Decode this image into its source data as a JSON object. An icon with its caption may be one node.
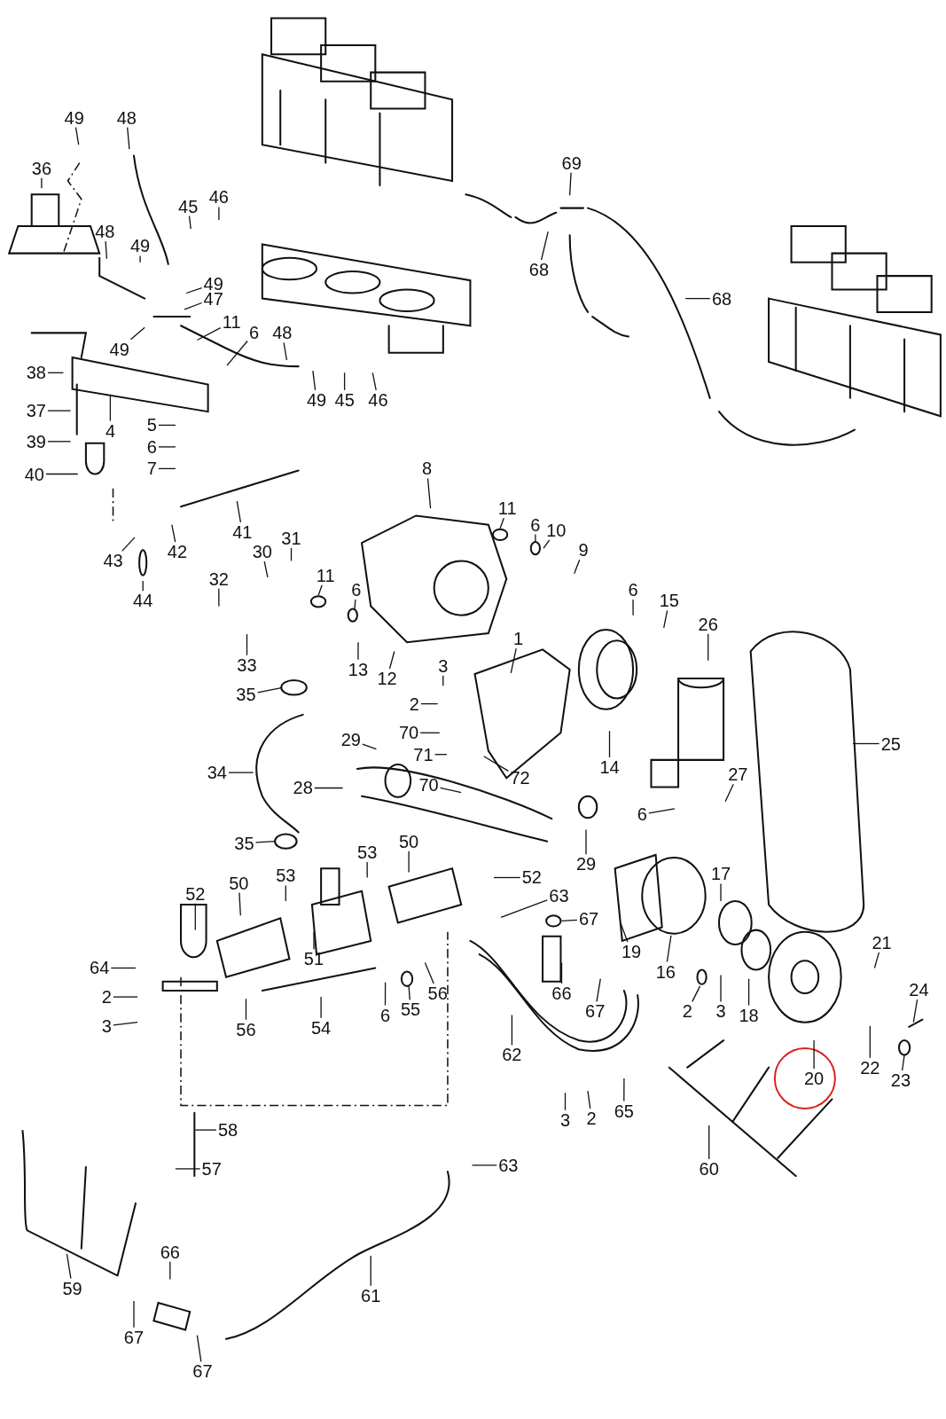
{
  "diagram": {
    "nodes": [
      {
        "text": [
          "49"
        ]
      },
      {
        "text": [
          "48"
        ]
      },
      {
        "text": [
          "36"
        ]
      },
      {
        "text": [
          "45"
        ]
      },
      {
        "text": [
          "46"
        ]
      },
      {
        "text": [
          "48"
        ]
      },
      {
        "text": [
          "49"
        ]
      },
      {
        "text": [
          "49"
        ]
      },
      {
        "text": [
          "47"
        ]
      },
      {
        "text": [
          "49"
        ]
      },
      {
        "text": [
          "11"
        ]
      },
      {
        "text": [
          "6"
        ]
      },
      {
        "text": [
          "48"
        ]
      },
      {
        "text": [
          "38"
        ]
      },
      {
        "text": [
          "4"
        ]
      },
      {
        "text": [
          "37"
        ]
      },
      {
        "text": [
          "39"
        ]
      },
      {
        "text": [
          "5"
        ]
      },
      {
        "text": [
          "6"
        ]
      },
      {
        "text": [
          "7"
        ]
      },
      {
        "text": [
          "40"
        ]
      },
      {
        "text": [
          "49"
        ]
      },
      {
        "text": [
          "45"
        ]
      },
      {
        "text": [
          "46"
        ]
      },
      {
        "text": [
          "69"
        ]
      },
      {
        "text": [
          "68"
        ]
      },
      {
        "text": [
          "68"
        ]
      },
      {
        "text": [
          "8"
        ]
      },
      {
        "text": [
          "41"
        ]
      },
      {
        "text": [
          "43"
        ]
      },
      {
        "text": [
          "42"
        ]
      },
      {
        "text": [
          "44"
        ]
      },
      {
        "text": [
          "11"
        ]
      },
      {
        "text": [
          "6"
        ]
      },
      {
        "text": [
          "10"
        ]
      },
      {
        "text": [
          "9"
        ]
      },
      {
        "text": [
          "30"
        ]
      },
      {
        "text": [
          "31"
        ]
      },
      {
        "text": [
          "32"
        ]
      },
      {
        "text": [
          "33"
        ]
      },
      {
        "text": [
          "11"
        ]
      },
      {
        "text": [
          "6"
        ]
      },
      {
        "text": [
          "13"
        ]
      },
      {
        "text": [
          "12"
        ]
      },
      {
        "text": [
          "35"
        ]
      },
      {
        "text": [
          "3"
        ]
      },
      {
        "text": [
          "2"
        ]
      },
      {
        "text": [
          "70"
        ]
      },
      {
        "text": [
          "29"
        ]
      },
      {
        "text": [
          "71"
        ]
      },
      {
        "text": [
          "72"
        ]
      },
      {
        "text": [
          "70"
        ]
      },
      {
        "text": [
          "6"
        ]
      },
      {
        "text": [
          "15"
        ]
      },
      {
        "text": [
          "1"
        ]
      },
      {
        "text": [
          "26"
        ]
      },
      {
        "text": [
          "14"
        ]
      },
      {
        "text": [
          "25"
        ]
      },
      {
        "text": [
          "27"
        ]
      },
      {
        "text": [
          "6"
        ]
      },
      {
        "text": [
          "34"
        ]
      },
      {
        "text": [
          "28"
        ]
      },
      {
        "text": [
          "29"
        ]
      },
      {
        "text": [
          "35"
        ]
      },
      {
        "text": [
          "50"
        ]
      },
      {
        "text": [
          "53"
        ]
      },
      {
        "text": [
          "53"
        ]
      },
      {
        "text": [
          "52"
        ]
      },
      {
        "text": [
          "63"
        ]
      },
      {
        "text": [
          "67"
        ]
      },
      {
        "text": [
          "52"
        ]
      },
      {
        "text": [
          "50"
        ]
      },
      {
        "text": [
          "51"
        ]
      },
      {
        "text": [
          "64"
        ]
      },
      {
        "text": [
          "2"
        ]
      },
      {
        "text": [
          "3"
        ]
      },
      {
        "text": [
          "56"
        ]
      },
      {
        "text": [
          "54"
        ]
      },
      {
        "text": [
          "6"
        ]
      },
      {
        "text": [
          "55"
        ]
      },
      {
        "text": [
          "56"
        ]
      },
      {
        "text": [
          "66"
        ]
      },
      {
        "text": [
          "67"
        ]
      },
      {
        "text": [
          "62"
        ]
      },
      {
        "text": [
          "19"
        ]
      },
      {
        "text": [
          "16"
        ]
      },
      {
        "text": [
          "17"
        ]
      },
      {
        "text": [
          "2"
        ]
      },
      {
        "text": [
          "3"
        ]
      },
      {
        "text": [
          "18"
        ]
      },
      {
        "text": [
          "21"
        ]
      },
      {
        "text": [
          "24"
        ]
      },
      {
        "text": [
          "22"
        ]
      },
      {
        "text": [
          "23"
        ]
      },
      {
        "text": [
          "20"
        ]
      },
      {
        "text": [
          "3"
        ]
      },
      {
        "text": [
          "2"
        ]
      },
      {
        "text": [
          "65"
        ]
      },
      {
        "text": [
          "60"
        ]
      },
      {
        "text": [
          "58"
        ]
      },
      {
        "text": [
          "57"
        ]
      },
      {
        "text": [
          "63"
        ]
      },
      {
        "text": [
          "66"
        ]
      },
      {
        "text": [
          "59"
        ]
      },
      {
        "text": [
          "61"
        ]
      },
      {
        "text": [
          "67"
        ]
      },
      {
        "text": [
          "67"
        ]
      }
    ],
    "edges": [
      {
        "from": 0,
        "to": null,
        "arrow": "none"
      },
      {
        "from": 1,
        "to": null,
        "arrow": "none"
      },
      {
        "from": 2,
        "to": null,
        "arrow": "none"
      },
      {
        "from": 3,
        "to": null,
        "arrow": "none"
      },
      {
        "from": 4,
        "to": null,
        "arrow": "none"
      },
      {
        "from": 5,
        "to": null,
        "arrow": "none"
      },
      {
        "from": 6,
        "to": null,
        "arrow": "none"
      },
      {
        "from": 7,
        "to": null,
        "arrow": "none"
      },
      {
        "from": 8,
        "to": null,
        "arrow": "none"
      },
      {
        "from": 9,
        "to": null,
        "arrow": "none"
      },
      {
        "from": 10,
        "to": null,
        "arrow": "none"
      },
      {
        "from": 11,
        "to": null,
        "arrow": "none"
      },
      {
        "from": 12,
        "to": null,
        "arrow": "none"
      },
      {
        "from": 13,
        "to": null,
        "arrow": "none"
      },
      {
        "from": 14,
        "to": null,
        "arrow": "none"
      },
      {
        "from": 15,
        "to": null,
        "arrow": "none"
      },
      {
        "from": 16,
        "to": null,
        "arrow": "none"
      },
      {
        "from": 17,
        "to": null,
        "arrow": "none"
      },
      {
        "from": 18,
        "to": null,
        "arrow": "none"
      },
      {
        "from": 19,
        "to": null,
        "arrow": "none"
      },
      {
        "from": 20,
        "to": null,
        "arrow": "none"
      },
      {
        "from": 21,
        "to": null,
        "arrow": "none"
      },
      {
        "from": 22,
        "to": null,
        "arrow": "none"
      },
      {
        "from": 23,
        "to": null,
        "arrow": "none"
      },
      {
        "from": 24,
        "to": null,
        "arrow": "none"
      },
      {
        "from": 25,
        "to": null,
        "arrow": "none"
      },
      {
        "from": 26,
        "to": null,
        "arrow": "none"
      },
      {
        "from": 27,
        "to": null,
        "arrow": "none"
      },
      {
        "from": 28,
        "to": null,
        "arrow": "none"
      },
      {
        "from": 29,
        "to": null,
        "arrow": "none"
      },
      {
        "from": 30,
        "to": null,
        "arrow": "none"
      },
      {
        "from": 31,
        "to": null,
        "arrow": "none"
      },
      {
        "from": 32,
        "to": null,
        "arrow": "none"
      },
      {
        "from": 33,
        "to": null,
        "arrow": "none"
      },
      {
        "from": 34,
        "to": null,
        "arrow": "none"
      },
      {
        "from": 35,
        "to": null,
        "arrow": "none"
      },
      {
        "from": 36,
        "to": null,
        "arrow": "none"
      },
      {
        "from": 37,
        "to": null,
        "arrow": "none"
      },
      {
        "from": 38,
        "to": null,
        "arrow": "none"
      },
      {
        "from": 39,
        "to": null,
        "arrow": "none"
      },
      {
        "from": 40,
        "to": null,
        "arrow": "none"
      },
      {
        "from": 41,
        "to": null,
        "arrow": "none"
      },
      {
        "from": 42,
        "to": null,
        "arrow": "none"
      },
      {
        "from": 43,
        "to": null,
        "arrow": "none"
      },
      {
        "from": 44,
        "to": null,
        "arrow": "none"
      },
      {
        "from": 45,
        "to": null,
        "arrow": "none"
      },
      {
        "from": 46,
        "to": null,
        "arrow": "none"
      },
      {
        "from": 47,
        "to": null,
        "arrow": "none"
      },
      {
        "from": 48,
        "to": null,
        "arrow": "none"
      },
      {
        "from": 49,
        "to": null,
        "arrow": "none"
      },
      {
        "from": 50,
        "to": null,
        "arrow": "none"
      },
      {
        "from": 51,
        "to": null,
        "arrow": "none"
      },
      {
        "from": 52,
        "to": null,
        "arrow": "none"
      },
      {
        "from": 53,
        "to": null,
        "arrow": "none"
      },
      {
        "from": 54,
        "to": null,
        "arrow": "none"
      },
      {
        "from": 55,
        "to": null,
        "arrow": "none"
      },
      {
        "from": 56,
        "to": null,
        "arrow": "none"
      },
      {
        "from": 57,
        "to": null,
        "arrow": "none"
      },
      {
        "from": 58,
        "to": null,
        "arrow": "none"
      },
      {
        "from": 59,
        "to": null,
        "arrow": "none"
      },
      {
        "from": 60,
        "to": null,
        "arrow": "none"
      },
      {
        "from": 61,
        "to": null,
        "arrow": "none"
      },
      {
        "from": 62,
        "to": null,
        "arrow": "none"
      },
      {
        "from": 63,
        "to": null,
        "arrow": "none"
      },
      {
        "from": 64,
        "to": null,
        "arrow": "none"
      },
      {
        "from": 65,
        "to": null,
        "arrow": "none"
      },
      {
        "from": 66,
        "to": null,
        "arrow": "none"
      },
      {
        "from": 67,
        "to": null,
        "arrow": "none"
      },
      {
        "from": 68,
        "to": null,
        "arrow": "none"
      },
      {
        "from": 69,
        "to": null,
        "arrow": "none"
      },
      {
        "from": 70,
        "to": null,
        "arrow": "none"
      },
      {
        "from": 71,
        "to": null,
        "arrow": "none"
      },
      {
        "from": 72,
        "to": null,
        "arrow": "none"
      },
      {
        "from": 73,
        "to": null,
        "arrow": "none"
      },
      {
        "from": 74,
        "to": null,
        "arrow": "none"
      },
      {
        "from": 75,
        "to": null,
        "arrow": "none"
      },
      {
        "from": 76,
        "to": null,
        "arrow": "none"
      },
      {
        "from": 77,
        "to": null,
        "arrow": "none"
      },
      {
        "from": 78,
        "to": null,
        "arrow": "none"
      },
      {
        "from": 79,
        "to": null,
        "arrow": "none"
      },
      {
        "from": 80,
        "to": null,
        "arrow": "none"
      },
      {
        "from": 81,
        "to": null,
        "arrow": "none"
      },
      {
        "from": 82,
        "to": null,
        "arrow": "none"
      },
      {
        "from": 83,
        "to": null,
        "arrow": "none"
      },
      {
        "from": 84,
        "to": null,
        "arrow": "none"
      },
      {
        "from": 85,
        "to": null,
        "arrow": "none"
      },
      {
        "from": 86,
        "to": null,
        "arrow": "none"
      },
      {
        "from": 87,
        "to": null,
        "arrow": "none"
      },
      {
        "from": 88,
        "to": null,
        "arrow": "none"
      },
      {
        "from": 89,
        "to": null,
        "arrow": "none"
      },
      {
        "from": 90,
        "to": null,
        "arrow": "none"
      },
      {
        "from": 91,
        "to": null,
        "arrow": "none"
      },
      {
        "from": 92,
        "to": null,
        "arrow": "none"
      },
      {
        "from": 93,
        "to": null,
        "arrow": "none"
      },
      {
        "from": 94,
        "to": null,
        "arrow": "none"
      },
      {
        "from": 95,
        "to": null,
        "arrow": "none"
      },
      {
        "from": 96,
        "to": null,
        "arrow": "none"
      },
      {
        "from": 97,
        "to": null,
        "arrow": "none"
      },
      {
        "from": 98,
        "to": null,
        "arrow": "none"
      },
      {
        "from": 99,
        "to": null,
        "arrow": "none"
      },
      {
        "from": 100,
        "to": null,
        "arrow": "none"
      },
      {
        "from": 101,
        "to": null,
        "arrow": "none"
      },
      {
        "from": 102,
        "to": null,
        "arrow": "none"
      },
      {
        "from": 103,
        "to": null,
        "arrow": "none"
      },
      {
        "from": 104,
        "to": null,
        "arrow": "none"
      },
      {
        "from": 105,
        "to": null,
        "arrow": "none"
      },
      {
        "from": 106,
        "to": null,
        "arrow": "none"
      }
    ]
  }
}
